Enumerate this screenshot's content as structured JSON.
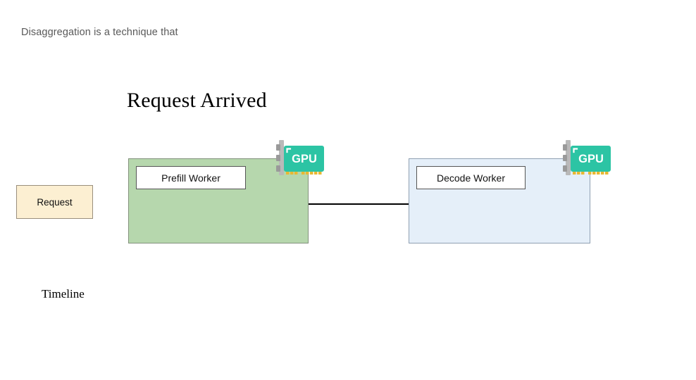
{
  "caption": {
    "text": "Disaggregation is a technique that"
  },
  "slide": {
    "title": "Request Arrived",
    "timeline_label": "Timeline"
  },
  "request": {
    "label": "Request",
    "fill_color": "#fcefd2",
    "border_color": "#9a8f7d"
  },
  "workers": [
    {
      "id": "prefill",
      "label": "Prefill Worker",
      "fill_color": "#b6d7ad",
      "border_color": "#83917d",
      "gpu": {
        "label": "GPU",
        "card_color": "#2cc4a4",
        "bracket_color": "#b3b3b3",
        "pin_color": "#e8b832"
      }
    },
    {
      "id": "decode",
      "label": "Decode Worker",
      "fill_color": "#e5eff9",
      "border_color": "#8fa0b2",
      "gpu": {
        "label": "GPU",
        "card_color": "#2cc4a4",
        "bracket_color": "#b3b3b3",
        "pin_color": "#e8b832"
      }
    }
  ],
  "connector": {
    "color": "#000000"
  }
}
